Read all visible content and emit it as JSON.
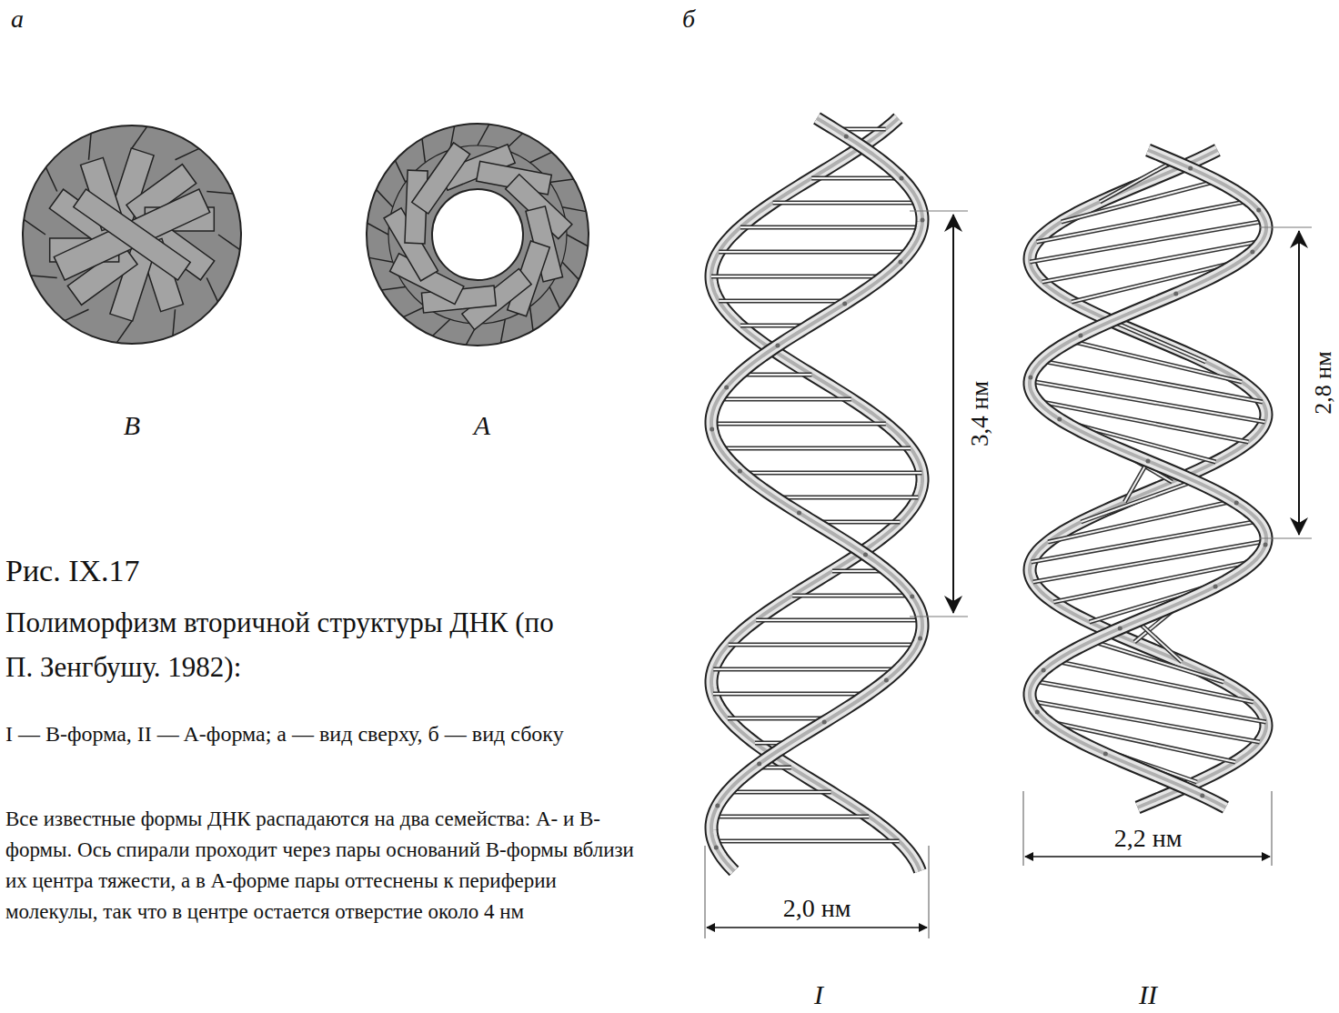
{
  "diagram": {
    "title": "Рис. IX.17",
    "caption": "Полиморфизм вторичной структуры ДНК (по П. Зенгбушу. 1982):",
    "labels": [
      "а",
      "б",
      "B",
      "A",
      "3,4 нм",
      "2,8 нм",
      "2,0 нм",
      "2,2 нм",
      "I",
      "II",
      "I — B-форма, II — A-форма; а — вид сверху, б — вид сбоку",
      "Все известные формы ДНК распадаются на два семейства: A- и B-формы. Ось спирали проходит через пары оснований B-формы вблизи их центра тяжести, а в A-форме пары оттеснены к периферии молекулы, так что в центре остается отверстие около 4 нм"
    ]
  }
}
